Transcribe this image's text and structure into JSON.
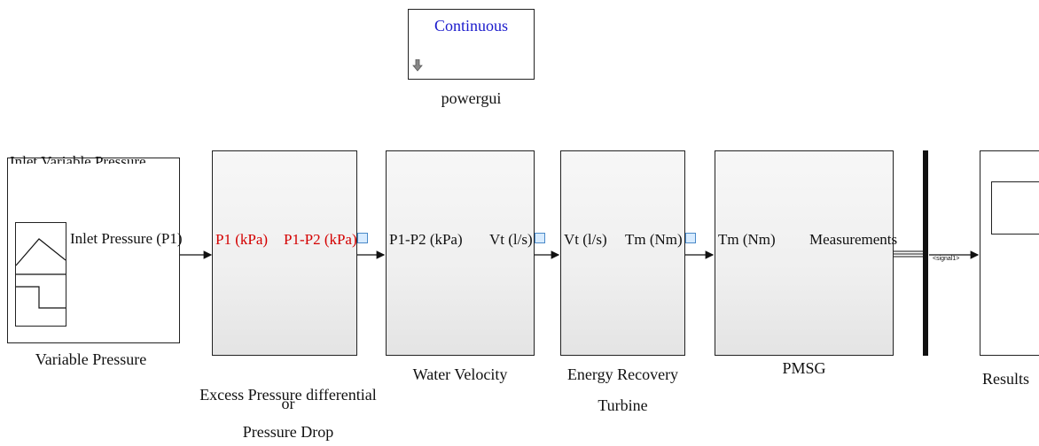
{
  "powergui": {
    "mode": "Continuous",
    "label": "powergui"
  },
  "variable_pressure": {
    "title": "Inlet Variable Pressure",
    "out_port": "Inlet Pressure (P1)",
    "label": "Variable Pressure"
  },
  "excess_pressure": {
    "in_port": "P1 (kPa)",
    "out_port": "P1-P2 (kPa)",
    "label_line1": "Excess Pressure differential",
    "label_line2": "or",
    "label_line3": "Pressure Drop"
  },
  "water_velocity": {
    "in_port": "P1-P2 (kPa)",
    "out_port": "Vt (l/s)",
    "label": "Water Velocity"
  },
  "turbine": {
    "in_port": "Vt (l/s)",
    "out_port": "Tm (Nm)",
    "label_line1": "Energy Recovery",
    "label_line2": "Turbine"
  },
  "pmsg": {
    "in_port": "Tm (Nm)",
    "out_port": "Measurements",
    "label": "PMSG"
  },
  "bus": {
    "signal": "<signal1>"
  },
  "results": {
    "label": "Results"
  },
  "colors": {
    "port_red": "#d40000",
    "powergui_blue": "#1a1acc",
    "scope_icon": "#4a89c8"
  }
}
